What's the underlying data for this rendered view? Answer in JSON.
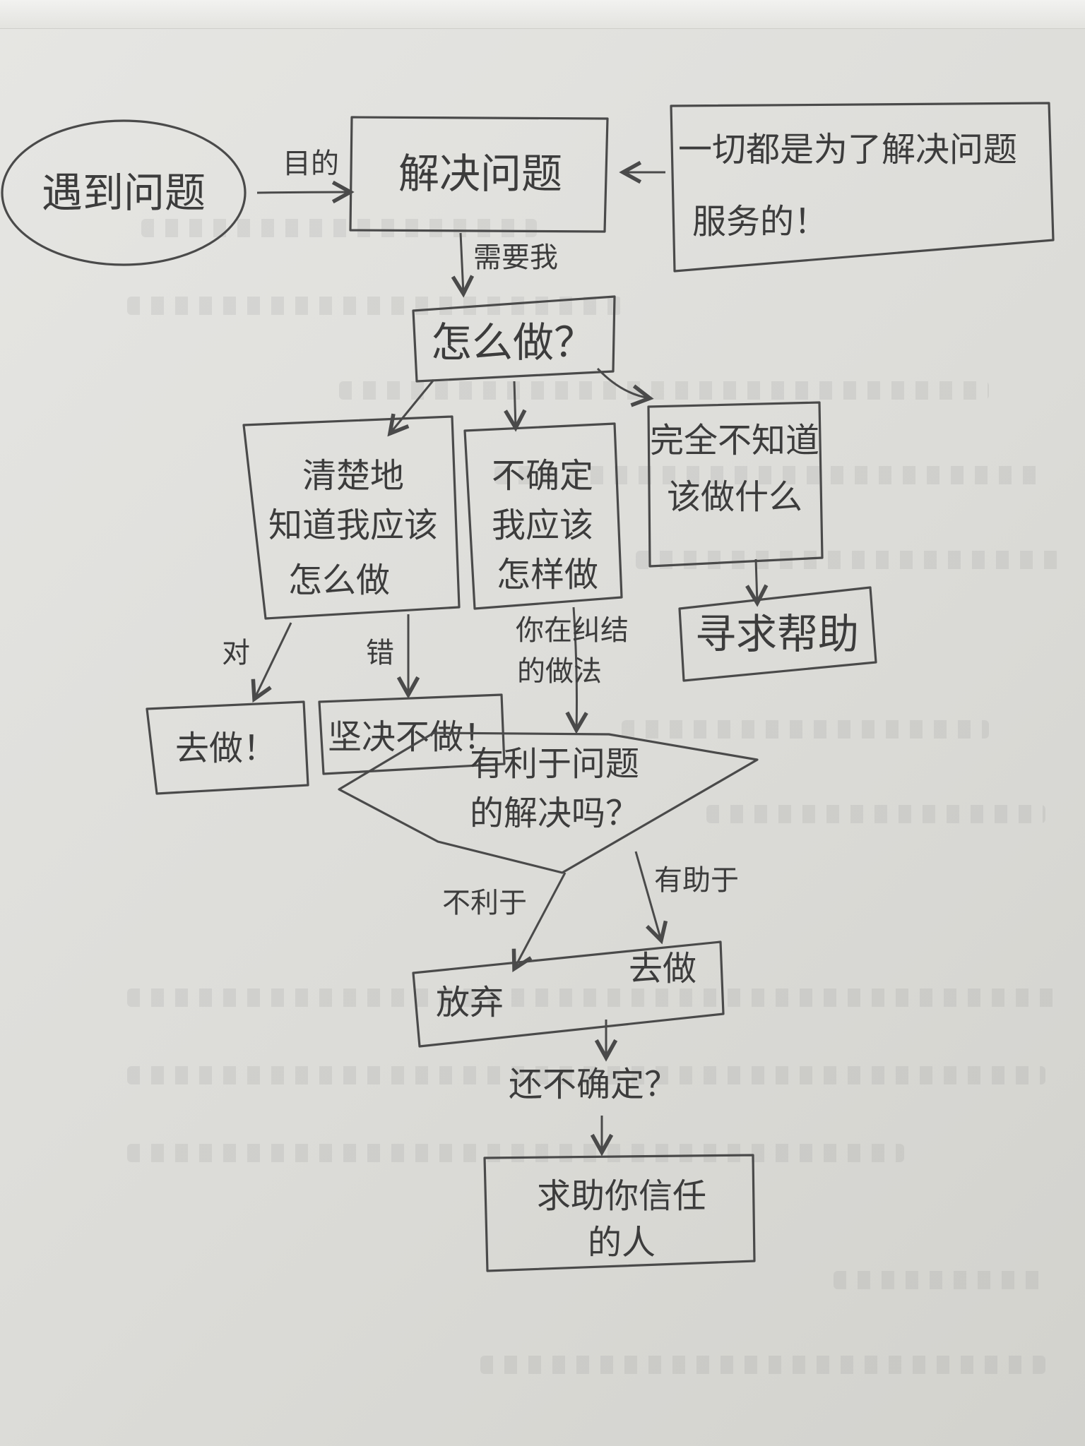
{
  "nodes": {
    "encounter": "遇到问题",
    "solve": "解决问题",
    "note": [
      "一切都是为了解决问题",
      "服务的！"
    ],
    "how": "怎么做？",
    "clear": [
      "清楚地",
      "知道我应该",
      "怎么做"
    ],
    "unsure": [
      "不确定",
      "我应该",
      "怎样做"
    ],
    "unknown": [
      "完全不知道",
      "该做什么"
    ],
    "seek_help": "寻求帮助",
    "go_do": "去做！",
    "refuse": "坚决不做！",
    "decision": [
      "有利于问题",
      "的解决吗？"
    ],
    "giveup_do": {
      "giveup": "放弃",
      "do": "去做"
    },
    "still_unsure": "还不确定？",
    "trust": [
      "求助你信任",
      "的人"
    ]
  },
  "edges": {
    "purpose": "目的",
    "need_me": "需要我",
    "right": "对",
    "wrong": "错",
    "evaluate": [
      "你在纠结",
      "的做法"
    ],
    "not_help": "不利于",
    "helps": "有助于"
  }
}
